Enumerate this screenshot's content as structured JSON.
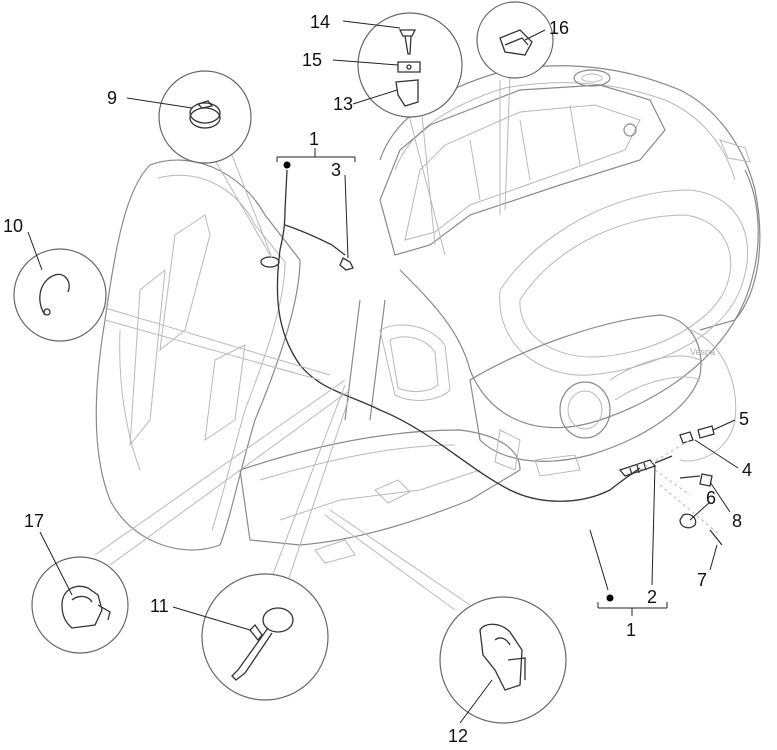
{
  "diagram": {
    "callouts": [
      {
        "id": "c1a",
        "label": "1"
      },
      {
        "id": "c1b",
        "label": "1"
      },
      {
        "id": "c2",
        "label": "2"
      },
      {
        "id": "c3",
        "label": "3"
      },
      {
        "id": "c4",
        "label": "4"
      },
      {
        "id": "c5",
        "label": "5"
      },
      {
        "id": "c6",
        "label": "6"
      },
      {
        "id": "c7",
        "label": "7"
      },
      {
        "id": "c8",
        "label": "8"
      },
      {
        "id": "c9",
        "label": "9"
      },
      {
        "id": "c10",
        "label": "10"
      },
      {
        "id": "c11",
        "label": "11"
      },
      {
        "id": "c12",
        "label": "12"
      },
      {
        "id": "c13",
        "label": "13"
      },
      {
        "id": "c14",
        "label": "14"
      },
      {
        "id": "c15",
        "label": "15"
      },
      {
        "id": "c16",
        "label": "16"
      },
      {
        "id": "c17",
        "label": "17"
      }
    ]
  }
}
